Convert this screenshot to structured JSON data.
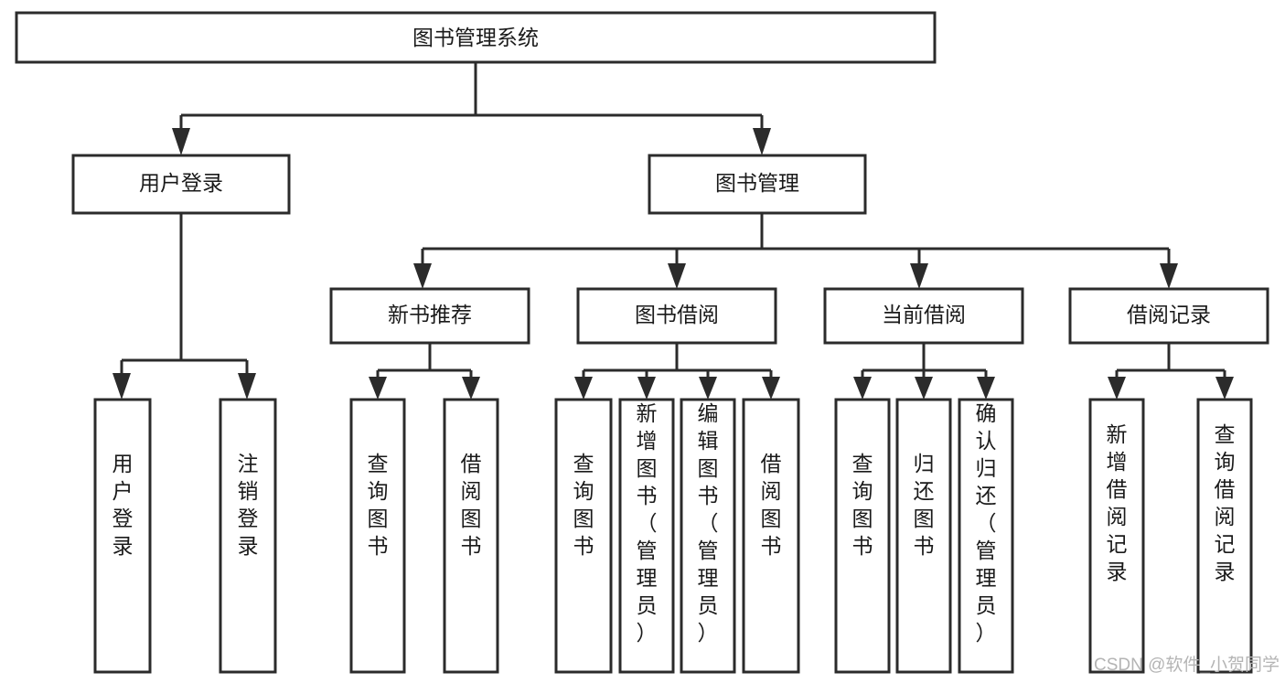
{
  "diagram": {
    "type": "tree",
    "title": "图书管理系统",
    "watermark": "CSDN @软件_小贺同学",
    "colors": {
      "stroke": "#2b2b2b",
      "fill": "#ffffff",
      "text": "#1a1a1a",
      "watermark": "#b4b4b4",
      "background": "#ffffff"
    },
    "levels": {
      "root": {
        "label": "图书管理系统"
      },
      "level2": [
        {
          "label": "用户登录"
        },
        {
          "label": "图书管理"
        }
      ],
      "level3": [
        {
          "label": "新书推荐"
        },
        {
          "label": "图书借阅"
        },
        {
          "label": "当前借阅"
        },
        {
          "label": "借阅记录"
        }
      ]
    },
    "leaves": {
      "user_login": [
        {
          "label": "用户登录"
        },
        {
          "label": "注销登录"
        }
      ],
      "new_book_recommend": [
        {
          "label": "查询图书"
        },
        {
          "label": "借阅图书"
        }
      ],
      "book_borrow": [
        {
          "label": "查询图书"
        },
        {
          "label": "新增图书（管理员）"
        },
        {
          "label": "编辑图书（管理员）"
        },
        {
          "label": "借阅图书"
        }
      ],
      "current_borrow": [
        {
          "label": "查询图书"
        },
        {
          "label": "归还图书"
        },
        {
          "label": "确认归还（管理员）"
        }
      ],
      "borrow_records": [
        {
          "label": "新增借阅记录"
        },
        {
          "label": "查询借阅记录"
        }
      ]
    }
  }
}
